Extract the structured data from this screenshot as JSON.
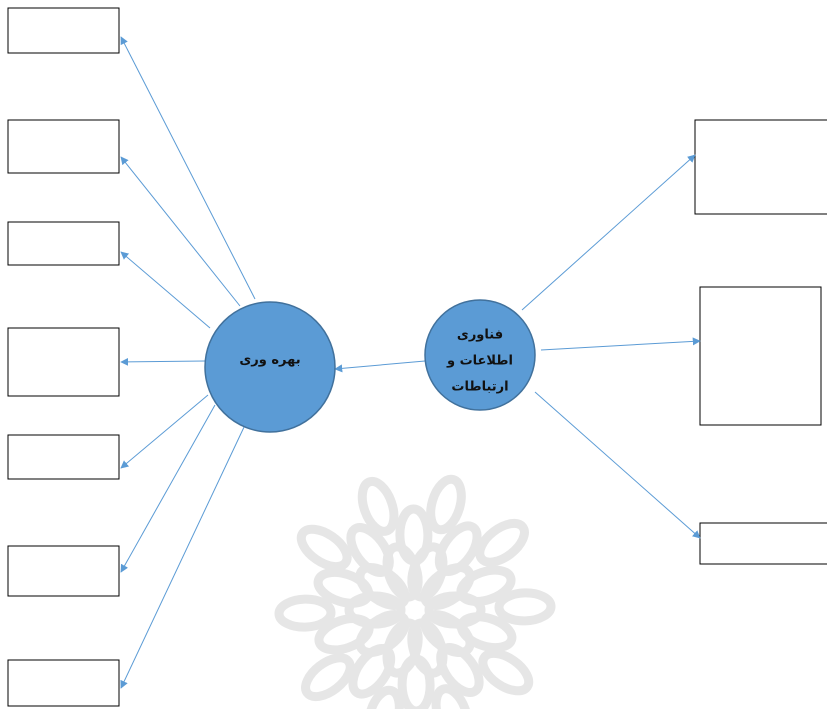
{
  "diagram": {
    "productivity": {
      "label": "بهره وری"
    },
    "ict": {
      "label_lines": [
        "فناوری",
        "اطلاعات و",
        "ارتباطات"
      ]
    }
  },
  "colors": {
    "node_fill": "#5b9bd5",
    "node_stroke": "#41719c",
    "link": "#5b9bd5",
    "box_stroke": "#000000",
    "watermark": "#e6e6e6"
  }
}
